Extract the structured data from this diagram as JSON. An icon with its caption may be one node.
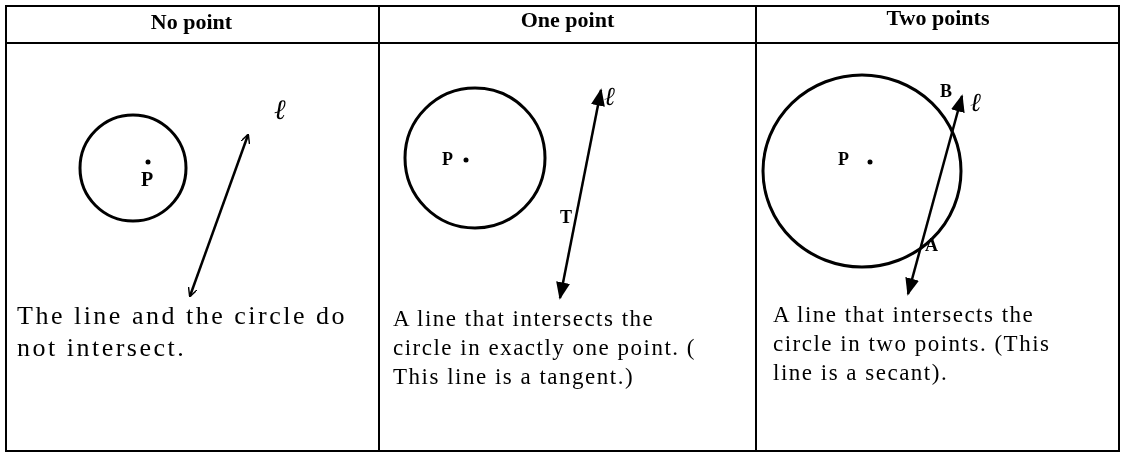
{
  "diagram": {
    "labels": [
      "No point",
      "One point",
      "Two points",
      "ℓ",
      "P",
      "The line and the circle do not intersect.",
      "ℓ",
      "P",
      "T",
      "A line that intersects the circle in exactly one point. ( This line is a tangent.)",
      "ℓ",
      "B",
      "P",
      "A",
      "A line that intersects the circle in two points. (This line is a secant)."
    ]
  }
}
